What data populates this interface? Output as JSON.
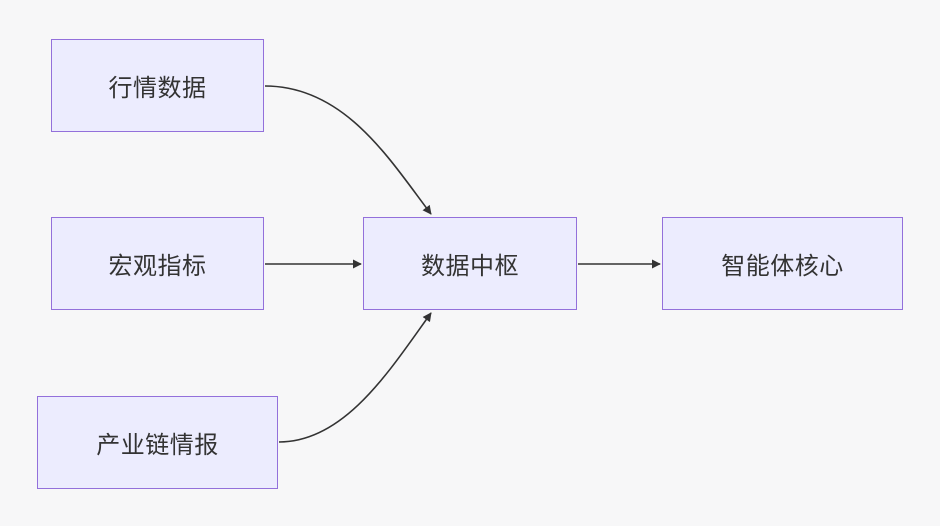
{
  "diagram": {
    "nodes": {
      "market_data": "行情数据",
      "macro_indicators": "宏观指标",
      "industry_chain_intel": "产业链情报",
      "data_hub": "数据中枢",
      "agent_core": "智能体核心"
    },
    "edges": [
      {
        "from": "market_data",
        "to": "data_hub"
      },
      {
        "from": "macro_indicators",
        "to": "data_hub"
      },
      {
        "from": "industry_chain_intel",
        "to": "data_hub"
      },
      {
        "from": "data_hub",
        "to": "agent_core"
      }
    ],
    "colors": {
      "node_fill": "#ececfe",
      "node_border": "#9370db",
      "edge": "#333333",
      "text": "#333333",
      "background": "#f7f7f8"
    }
  }
}
